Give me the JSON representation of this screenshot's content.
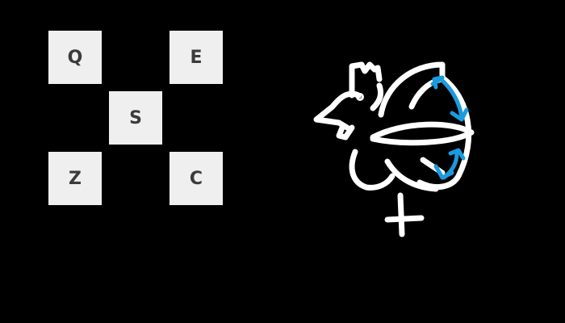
{
  "keys": {
    "q": "Q",
    "e": "E",
    "s": "S",
    "z": "Z",
    "c": "C"
  },
  "colors": {
    "background": "#000000",
    "key_face": "#efefef",
    "key_text": "#3b3b3b",
    "stroke": "#ffffff",
    "arrow": "#1a9be0"
  },
  "illustration": {
    "subject": "rooster-icon",
    "arrows": "rotate-arrows-icon"
  }
}
